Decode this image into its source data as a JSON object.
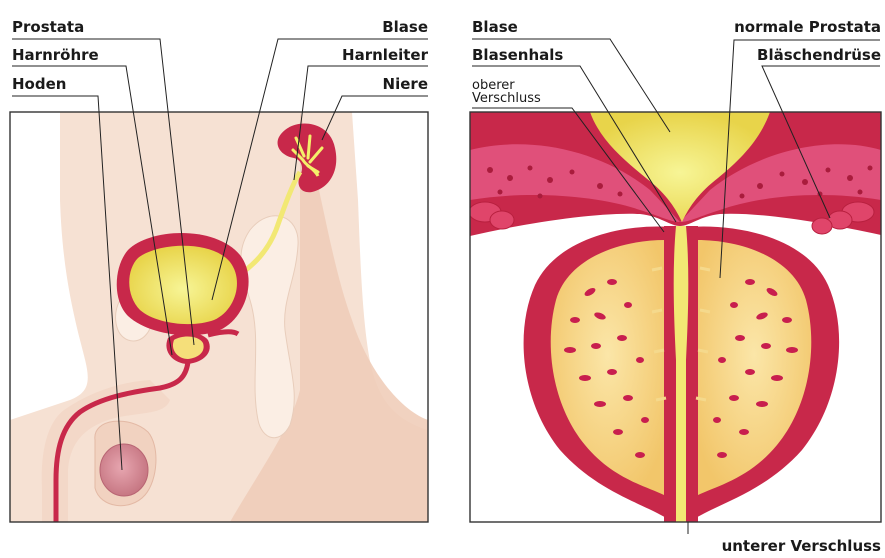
{
  "left_panel": {
    "labels": {
      "prostata": "Prostata",
      "harnroehre": "Harnröhre",
      "hoden": "Hoden",
      "blase": "Blase",
      "harnleiter": "Harnleiter",
      "niere": "Niere"
    }
  },
  "right_panel": {
    "labels": {
      "blase": "Blase",
      "blasenhals": "Blasenhals",
      "oberer_line1": "oberer",
      "oberer_line2": "Verschluss",
      "normale_prostata": "normale Prostata",
      "blaeschendruese": "Bläschendrüse",
      "unterer_verschluss": "unterer Verschluss"
    }
  },
  "colors": {
    "skin": "#f4dccd",
    "skin_dark": "#eccbb8",
    "organ_red": "#c8284a",
    "organ_wall": "#e0456a",
    "urine_yellow": "#f4ef6a",
    "prostata_yellow": "#f5d98c",
    "prostata_spots": "#c81e4e"
  }
}
